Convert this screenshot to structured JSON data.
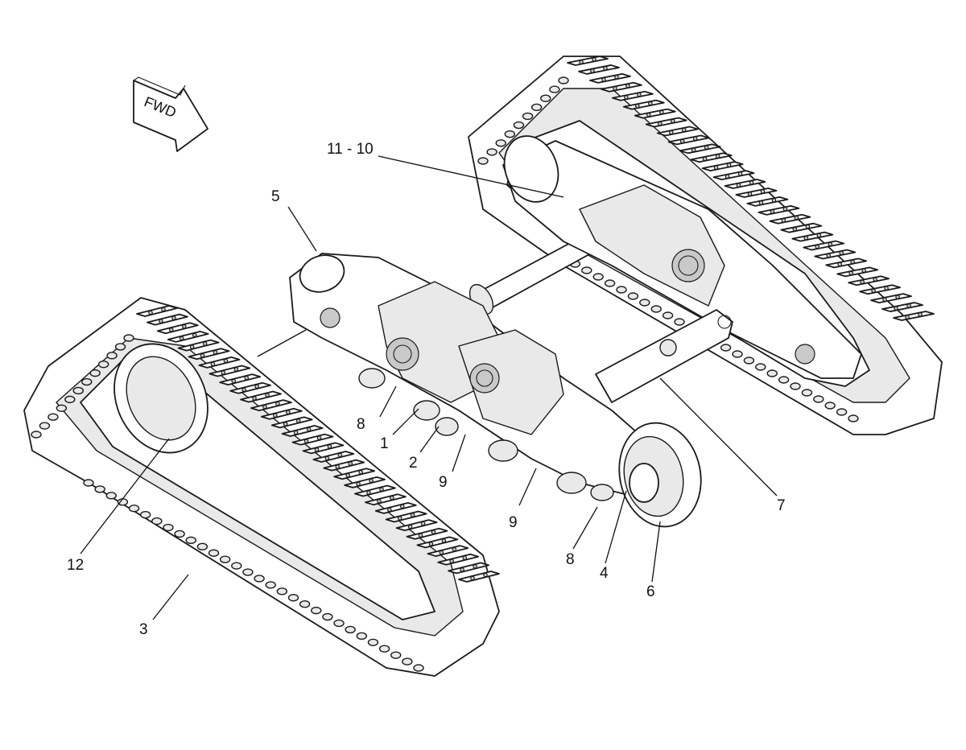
{
  "orientation": {
    "direction_label": "FWD",
    "icon": "forward-arrow-icon"
  },
  "callouts": [
    {
      "id": "callout-11-10",
      "label": "11 - 10"
    },
    {
      "id": "callout-5",
      "label": "5"
    },
    {
      "id": "callout-8a",
      "label": "8"
    },
    {
      "id": "callout-1",
      "label": "1"
    },
    {
      "id": "callout-2",
      "label": "2"
    },
    {
      "id": "callout-9a",
      "label": "9"
    },
    {
      "id": "callout-9b",
      "label": "9"
    },
    {
      "id": "callout-7",
      "label": "7"
    },
    {
      "id": "callout-8b",
      "label": "8"
    },
    {
      "id": "callout-4",
      "label": "4"
    },
    {
      "id": "callout-6",
      "label": "6"
    },
    {
      "id": "callout-12",
      "label": "12"
    },
    {
      "id": "callout-3",
      "label": "3"
    }
  ]
}
